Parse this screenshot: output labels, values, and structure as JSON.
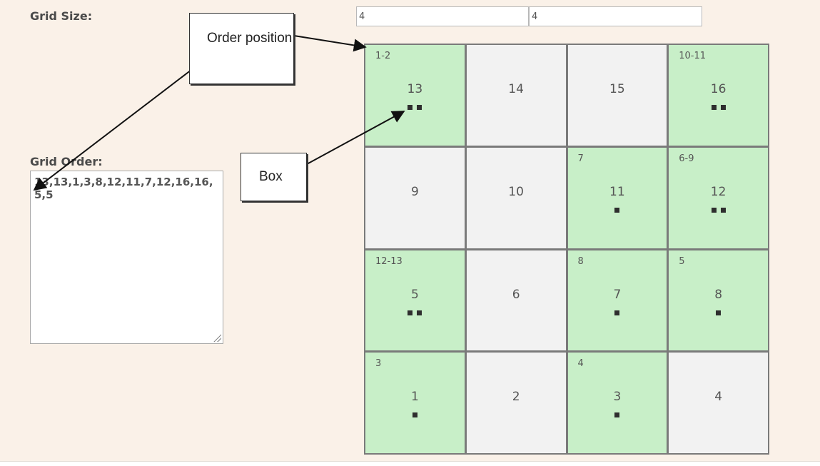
{
  "labels": {
    "grid_size": "Grid Size:",
    "grid_order": "Grid Order:"
  },
  "inputs": {
    "width_value": "4",
    "height_value": "4",
    "grid_order_value": "13,13,1,3,8,12,11,7,12,16,16,5,5"
  },
  "callouts": {
    "order_position": "Order position",
    "box": "Box"
  },
  "grid": {
    "cells": [
      {
        "number": "13",
        "position": "1-2",
        "boxes": 2,
        "active": true
      },
      {
        "number": "14",
        "position": "",
        "boxes": 0,
        "active": false
      },
      {
        "number": "15",
        "position": "",
        "boxes": 0,
        "active": false
      },
      {
        "number": "16",
        "position": "10-11",
        "boxes": 2,
        "active": true
      },
      {
        "number": "9",
        "position": "",
        "boxes": 0,
        "active": false
      },
      {
        "number": "10",
        "position": "",
        "boxes": 0,
        "active": false
      },
      {
        "number": "11",
        "position": "7",
        "boxes": 1,
        "active": true
      },
      {
        "number": "12",
        "position": "6-9",
        "boxes": 2,
        "active": true
      },
      {
        "number": "5",
        "position": "12-13",
        "boxes": 2,
        "active": true
      },
      {
        "number": "6",
        "position": "",
        "boxes": 0,
        "active": false
      },
      {
        "number": "7",
        "position": "8",
        "boxes": 1,
        "active": true
      },
      {
        "number": "8",
        "position": "5",
        "boxes": 1,
        "active": true
      },
      {
        "number": "1",
        "position": "3",
        "boxes": 1,
        "active": true
      },
      {
        "number": "2",
        "position": "",
        "boxes": 0,
        "active": false
      },
      {
        "number": "3",
        "position": "4",
        "boxes": 1,
        "active": true
      },
      {
        "number": "4",
        "position": "",
        "boxes": 0,
        "active": false
      }
    ]
  },
  "colors": {
    "active_cell": "#c8efc8",
    "inactive_cell": "#f2f2f2",
    "background": "#faf1e8"
  }
}
